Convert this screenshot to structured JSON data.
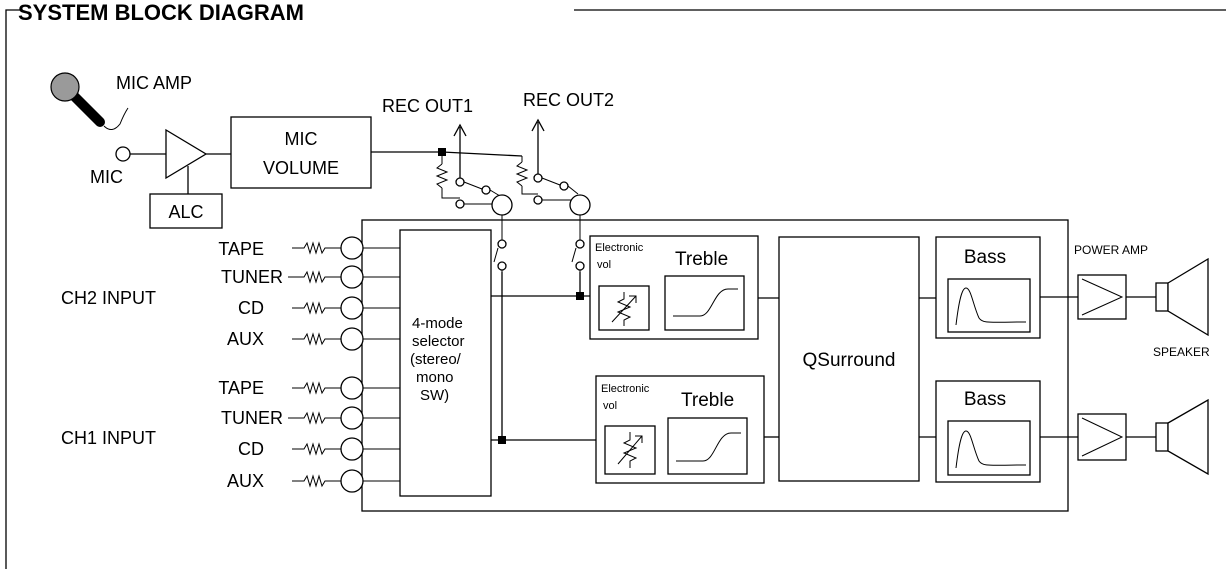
{
  "title": "SYSTEM BLOCK DIAGRAM",
  "mic": {
    "amp_label": "MIC AMP",
    "jack_label": "MIC",
    "alc_label": "ALC",
    "volume_label_line1": "MIC",
    "volume_label_line2": "VOLUME"
  },
  "rec_out": {
    "out1": "REC OUT1",
    "out2": "REC OUT2"
  },
  "ch2": {
    "group_label": "CH2 INPUT",
    "inputs": [
      "TAPE",
      "TUNER",
      "CD",
      "AUX"
    ]
  },
  "ch1": {
    "group_label": "CH1 INPUT",
    "inputs": [
      "TAPE",
      "TUNER",
      "CD",
      "AUX"
    ]
  },
  "selector": {
    "lines": [
      "4-mode",
      "selector",
      "(stereo/",
      "mono",
      "SW)"
    ]
  },
  "processing": {
    "electronic_line1": "Electronic",
    "electronic_line2": "vol",
    "treble": "Treble",
    "surround": "QSurround",
    "bass": "Bass"
  },
  "output": {
    "power_amp": "POWER AMP",
    "speaker": "SPEAKER"
  }
}
